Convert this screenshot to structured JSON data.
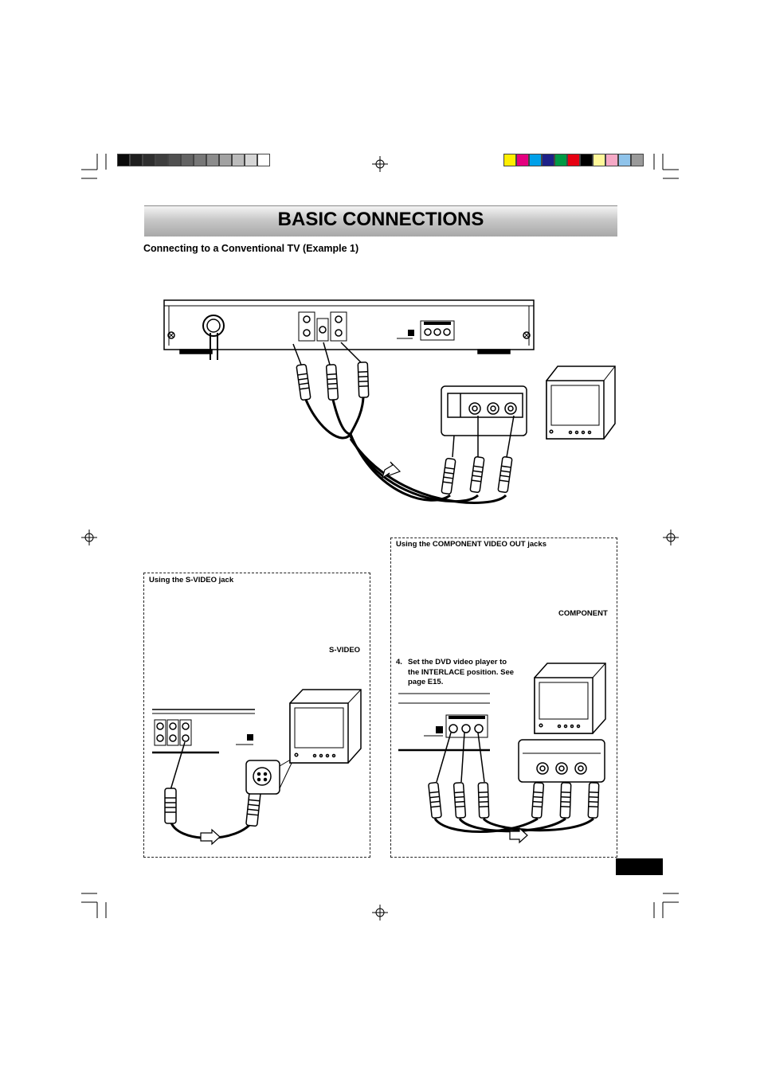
{
  "colors": {
    "registration_grays": [
      "#0a0a0a",
      "#1e1e1e",
      "#2e2e2e",
      "#3e3e3e",
      "#505050",
      "#636363",
      "#777777",
      "#8c8c8c",
      "#a2a2a2",
      "#bbbbbb",
      "#d6d6d6",
      "#ffffff"
    ],
    "registration_colors": [
      "#ffee00",
      "#e4007f",
      "#00a0e9",
      "#1d2088",
      "#009944",
      "#e60012",
      "#000000",
      "#fff799",
      "#f5a9c6",
      "#8fc3ea",
      "#9a9a9a"
    ]
  },
  "header": {
    "title": "BASIC CONNECTIONS"
  },
  "section": {
    "heading": "Connecting to a Conventional TV (Example 1)"
  },
  "svideo_box": {
    "title": "Using the S-VIDEO jack",
    "label": "S-VIDEO"
  },
  "component_box": {
    "title": "Using the COMPONENT VIDEO OUT jacks",
    "label": "COMPONENT",
    "step_number": "4.",
    "step_text": "Set the DVD video player to the INTERLACE position. See page E15."
  }
}
